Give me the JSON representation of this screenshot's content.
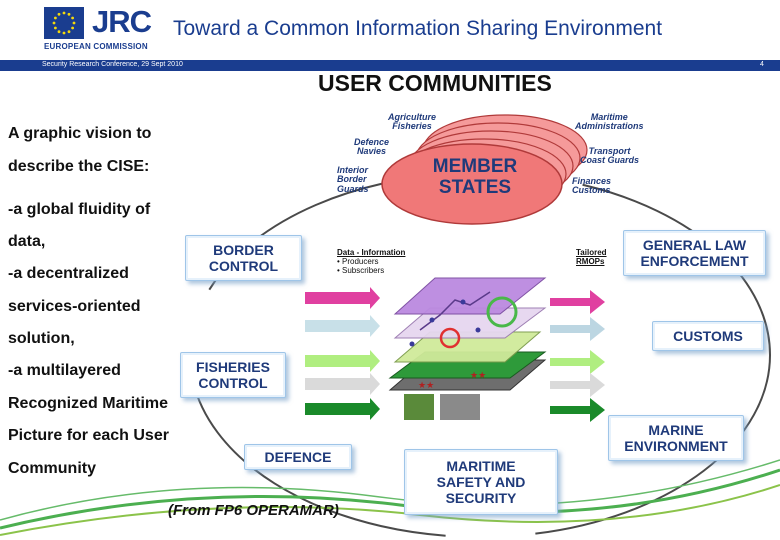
{
  "header": {
    "logo_text": "JRC",
    "logo_subtitle": "EUROPEAN COMMISSION",
    "title": "Toward a Common Information Sharing Environment",
    "conference": "Security Research Conference, 29 Sept 2010",
    "slide_number": "4"
  },
  "heading": "USER COMMUNITIES",
  "left_text": [
    "A graphic vision to",
    "describe the CISE:",
    "-a global fluidity of",
    "data,",
    "-a decentralized",
    "services-oriented",
    "solution,",
    "-a multilayered",
    "Recognized Maritime",
    "Picture for each User",
    "Community"
  ],
  "member_states": {
    "label_line1": "MEMBER",
    "label_line2": "STATES",
    "agriculture": "Agriculture",
    "fisheries": "Fisheries",
    "defence": "Defence",
    "navies": "Navies",
    "interior": "Interior",
    "border": "Border",
    "guards": "Guards",
    "maritime": "Maritime",
    "administrations": "Administrations",
    "transport": "Transport",
    "coast_guards": "Coast Guards",
    "finances": "Finances",
    "customs": "Customs"
  },
  "boxes": {
    "border_line1": "BORDER",
    "border_line2": "CONTROL",
    "gle_line1": "GENERAL LAW",
    "gle_line2": "ENFORCEMENT",
    "customs": "CUSTOMS",
    "fisheries_line1": "FISHERIES",
    "fisheries_line2": "CONTROL",
    "marine_line1": "MARINE",
    "marine_line2": "ENVIRONMENT",
    "defence": "DEFENCE",
    "mss_line1": "MARITIME",
    "mss_line2": "SAFETY AND",
    "mss_line3": "SECURITY"
  },
  "data_info": {
    "title": "Data - Information",
    "producers": "• Producers",
    "subscribers": "• Subscribers",
    "tailored": "Tailored",
    "rmops": "RMOPs"
  },
  "credit": "(From FP6 OPERAMAR)",
  "colors": {
    "brand_blue": "#1a3d8f",
    "member_red": "#f07878",
    "box_text": "#1f3a7a"
  }
}
